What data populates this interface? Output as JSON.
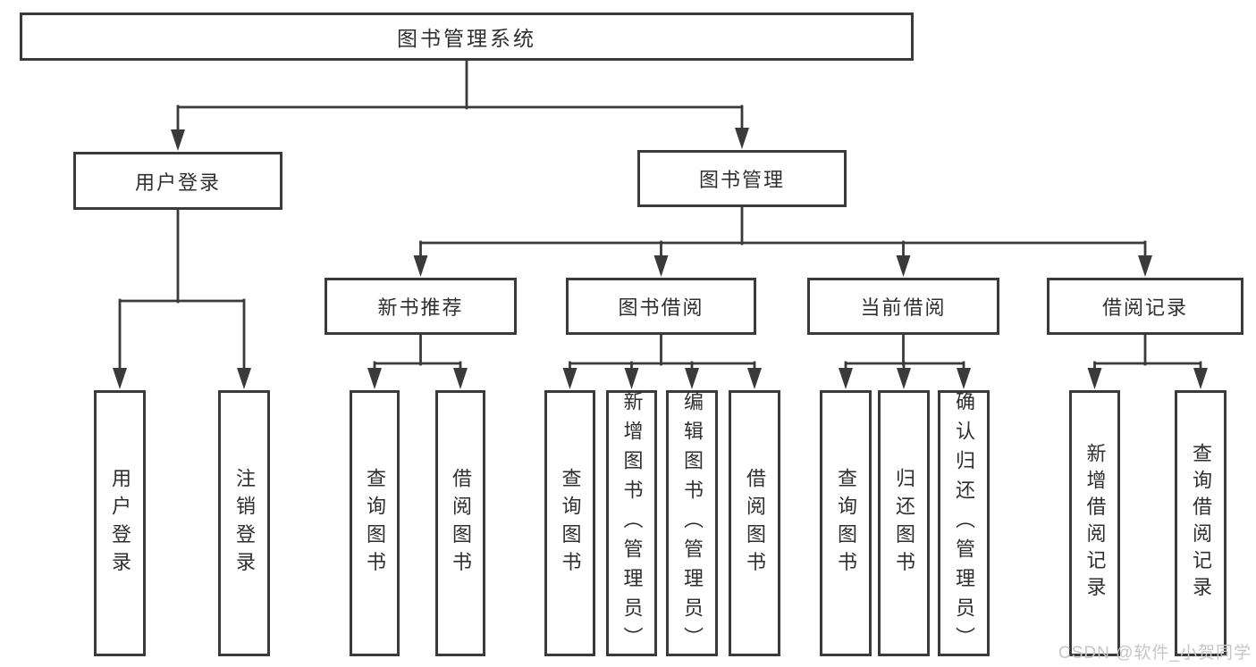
{
  "diagram": {
    "title": "图书管理系统",
    "level2": {
      "user_login": "用户登录",
      "book_management": "图书管理"
    },
    "level3": {
      "new_book_recommend": "新书推荐",
      "book_borrowing": "图书借阅",
      "current_borrowing": "当前借阅",
      "borrowing_records": "借阅记录"
    },
    "leaves": {
      "user_login": [
        "用户登录",
        "注销登录"
      ],
      "new_book_recommend": [
        "查询图书",
        "借阅图书"
      ],
      "book_borrowing": [
        "查询图书",
        "新增图书（管理员）",
        "编辑图书（管理员）",
        "借阅图书"
      ],
      "current_borrowing": [
        "查询图书",
        "归还图书",
        "确认归还（管理员）"
      ],
      "borrowing_records": [
        "新增借阅记录",
        "查询借阅记录"
      ]
    }
  },
  "watermark": "CSDN @软件_小贺同学",
  "colors": {
    "line": "#3a3a3a",
    "text": "#2f2f2f",
    "background": "#ffffff",
    "watermark": "#cac4c4"
  }
}
